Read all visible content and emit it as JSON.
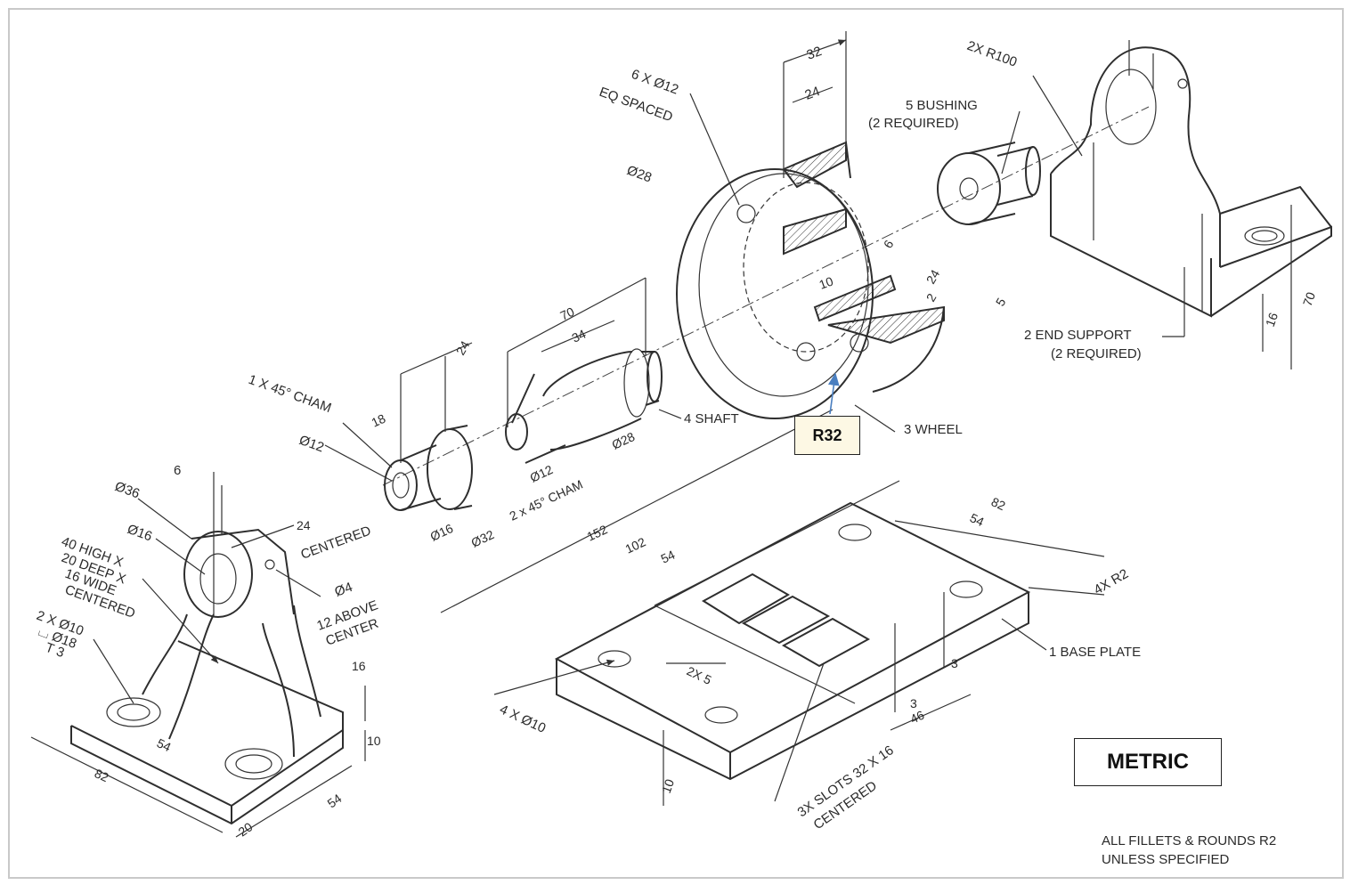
{
  "labels": {
    "holes_wheel": "6 X Ø12",
    "eq_spaced": "EQ SPACED",
    "dim_32": "32",
    "dim_24_wheel": "24",
    "bushing": "5 BUSHING",
    "bushing_req": "(2 REQUIRED)",
    "r100": "2X R100",
    "d28_wheel": "Ø28",
    "dim_6_wheel": "6",
    "dim_10_wheel": "10",
    "dim_24_rim": "24",
    "dim_2_rim": "2",
    "dim_5_rim": "5",
    "end_support": "2 END SUPPORT",
    "end_support_req": "(2 REQUIRED)",
    "dim_70_support": "70",
    "dim_16_support": "16",
    "wheel": "3 WHEEL",
    "shaft": "4 SHAFT",
    "dim_70_shaft": "70",
    "dim_34_shaft": "34",
    "d28_shaft": "Ø28",
    "d12_shaft": "Ø12",
    "cham_shaft": "2 x 45° CHAM",
    "dim_24_bushing": "24",
    "dim_18_bushing": "18",
    "cham_bushing": "1 X 45° CHAM",
    "d12_bushing": "Ø12",
    "d16_bushing": "Ø16",
    "d32_bushing": "Ø32",
    "dim_6_support": "6",
    "d36_support": "Ø36",
    "d16_support": "Ø16",
    "dim_24_centered": "24",
    "centered": "CENTERED",
    "notch_1": "40 HIGH X",
    "notch_2": "20 DEEP X",
    "notch_3": "16 WIDE",
    "notch_4": "CENTERED",
    "cbore_1": "2 X Ø10",
    "cbore_2": "⌴ Ø18",
    "cbore_3": "T 3",
    "d4": "Ø4",
    "above_1": "12 ABOVE",
    "above_2": "CENTER",
    "dim_16_side": "16",
    "dim_10_side": "10",
    "dim_54_base_sup": "54",
    "dim_82_sup": "82",
    "dim_54_side": "54",
    "dim_20": "20",
    "dim_152": "152",
    "dim_102": "102",
    "dim_54_plate": "54",
    "dim_82_plate": "82",
    "dim_54_plate_r": "54",
    "r2": "4X R2",
    "base_plate": "1 BASE PLATE",
    "dim_3_a": "3",
    "dim_3_b": "3",
    "dim_46": "46",
    "dim_2x5": "2X 5",
    "holes_plate": "4 X Ø10",
    "dim_10_plate": "10",
    "slots_1": "3X SLOTS 32 X 16",
    "slots_2": "CENTERED",
    "fillets_1": "ALL FILLETS & ROUNDS R2",
    "fillets_2": "UNLESS SPECIFIED"
  },
  "callouts": {
    "r32": "R32",
    "metric": "METRIC"
  },
  "colors": {
    "ink": "#2e2e2e",
    "callout_fill": "#fdf8e4",
    "arrow": "#4a7fc0",
    "hatch": "#333333"
  }
}
